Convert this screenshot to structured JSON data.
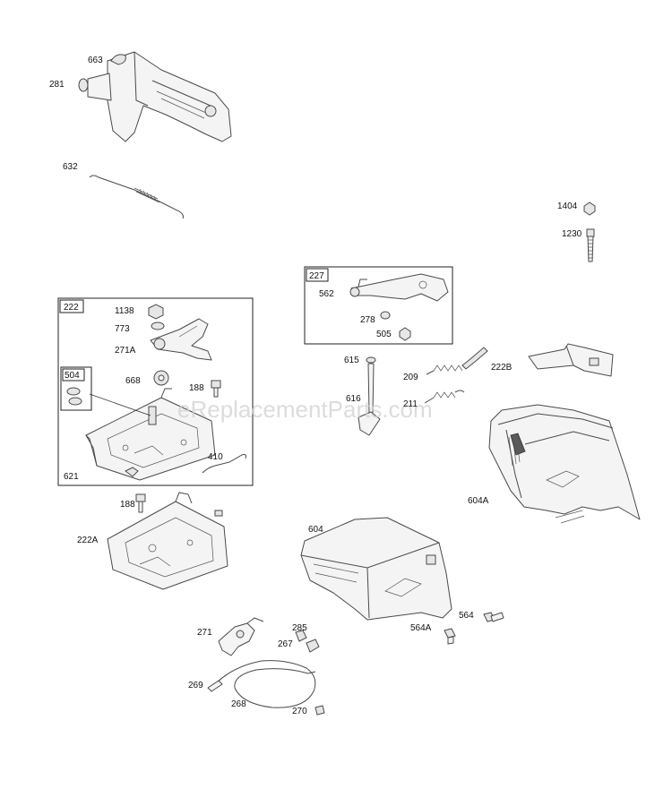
{
  "watermark": "eReplacementParts.com",
  "labels": {
    "p663": "663",
    "p281": "281",
    "p632": "632",
    "p1404": "1404",
    "p1230": "1230",
    "p227": "227",
    "p562": "562",
    "p278": "278",
    "p505": "505",
    "p222": "222",
    "p1138": "1138",
    "p773": "773",
    "p271A": "271A",
    "p504": "504",
    "p668": "668",
    "p188a": "188",
    "p621": "621",
    "p410": "410",
    "p615": "615",
    "p616": "616",
    "p209": "209",
    "p211": "211",
    "p222B": "222B",
    "p604A": "604A",
    "p188b": "188",
    "p222A": "222A",
    "p604": "604",
    "p564": "564",
    "p564A": "564A",
    "p271": "271",
    "p285": "285",
    "p267": "267",
    "p269": "269",
    "p268": "268",
    "p270": "270"
  }
}
